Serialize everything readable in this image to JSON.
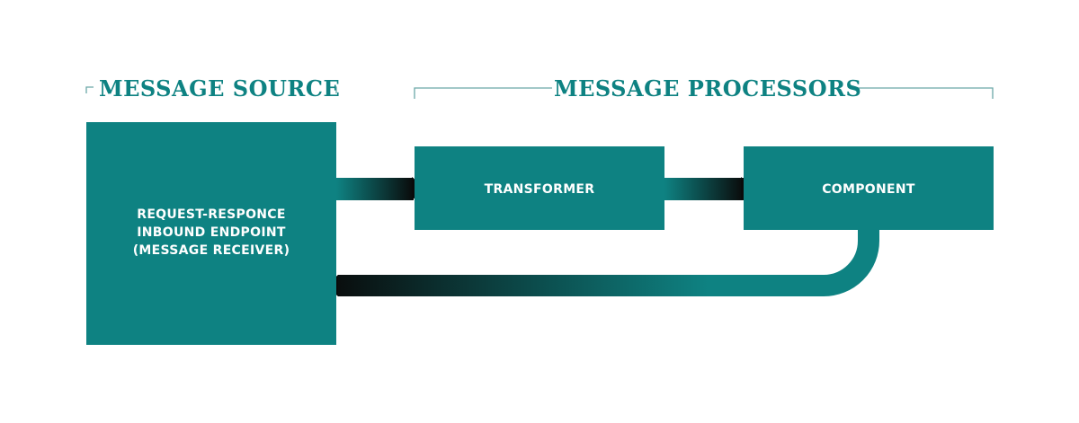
{
  "sections": {
    "source_title": "MESSAGE SOURCE",
    "processors_title": "MESSAGE PROCESSORS"
  },
  "nodes": {
    "endpoint": {
      "line1": "REQUEST-RESPONCE",
      "line2": "INBOUND ENDPOINT",
      "line3": "(MESSAGE RECEIVER)"
    },
    "transformer": {
      "label": "TRANSFORMER"
    },
    "component": {
      "label": "COMPONENT"
    }
  },
  "colors": {
    "teal": "#0e8282",
    "arrow_dark": "#0a0a0a",
    "bracket": "#6aa8a8"
  }
}
